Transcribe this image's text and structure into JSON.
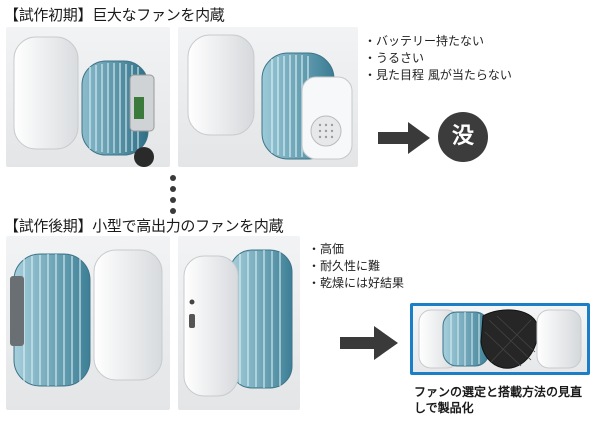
{
  "headings": {
    "early": "【試作初期】巨大なファンを内蔵",
    "late": "【試作後期】小型で高出力のファンを内蔵"
  },
  "early_issues": [
    "・バッテリー持たない",
    "・うるさい",
    "・見た目程 風が当たらない"
  ],
  "reject_label": "没",
  "late_issues": [
    "・高価",
    "・耐久性に難",
    "・乾燥には好結果"
  ],
  "final_caption": "ファンの選定と搭載方法の見直しで製品化",
  "colors": {
    "accent_border": "#1a7fc6",
    "arrow": "#3a3a3a",
    "fan_teal": "#4a8fa6"
  }
}
